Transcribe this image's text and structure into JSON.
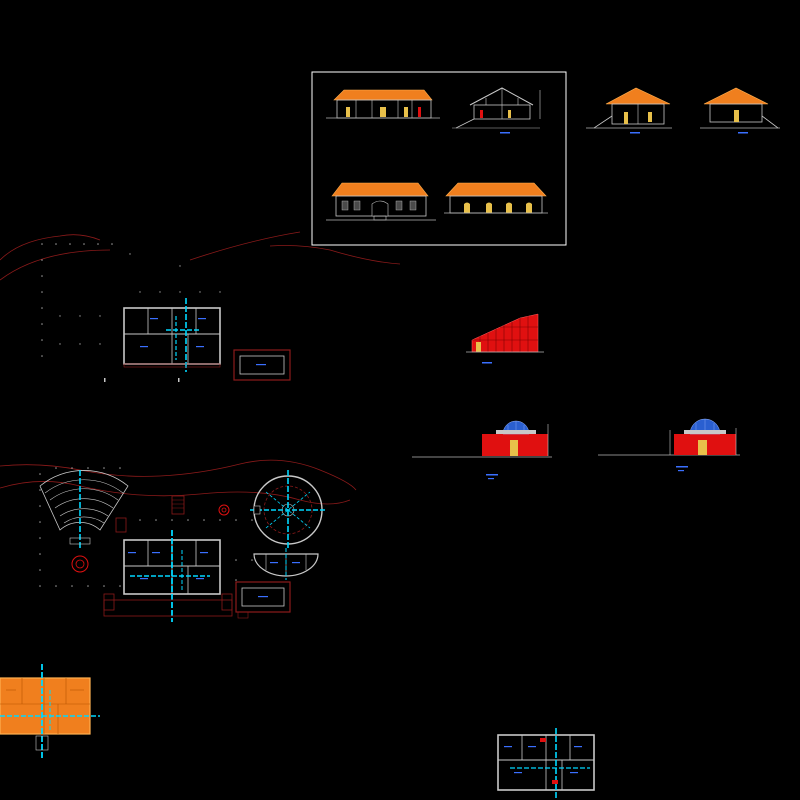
{
  "drawing": {
    "background": "#000000",
    "colors": {
      "frame": "#ffffff",
      "wall": "#c8c8c8",
      "roof": "#f07f1e",
      "roof_edge": "#ffb050",
      "accent_red": "#e01010",
      "dark_red": "#8b1a1a",
      "axis_cyan": "#00d8ff",
      "blue_dome": "#2a5fd0",
      "label_blue": "#3a6fff",
      "ground": "#b4b4b4",
      "door": "#e8c04a",
      "dot": "#9a9a9a"
    },
    "views": [
      "elevation-left-1",
      "section-right-1",
      "elevation-far-1",
      "elevation-far-2",
      "facade-main",
      "facade-rear",
      "site-plan-upper",
      "floor-plan-upper",
      "annex-plan-upper",
      "section-red-wall",
      "elevation-dome-left",
      "elevation-dome-right",
      "site-plan-lower",
      "amphitheater-plan",
      "circular-plaza-plan",
      "semicircle-plan",
      "floor-plan-lower",
      "annex-plan-lower",
      "orange-floor-plan",
      "floor-plan-bottom-right"
    ]
  }
}
